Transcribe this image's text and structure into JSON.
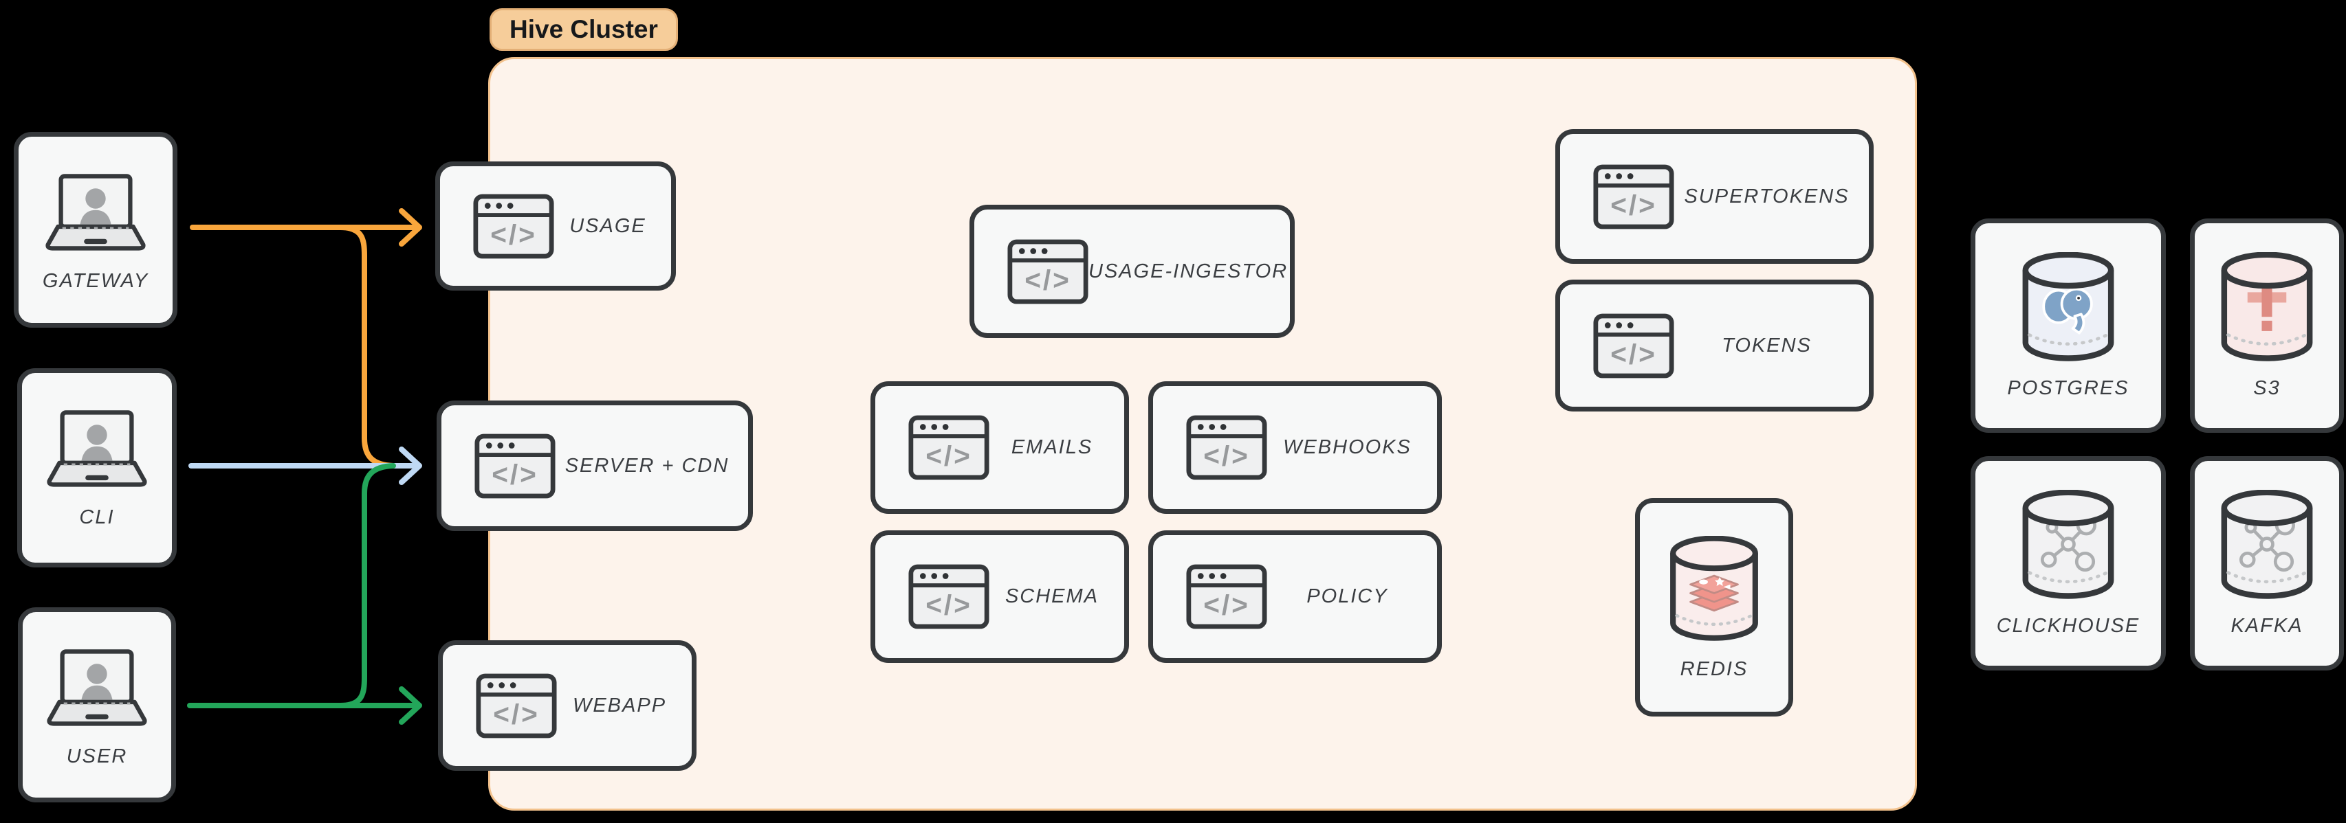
{
  "badge": {
    "label": "Hive Cluster"
  },
  "icons": {
    "code_glyph": "</>"
  },
  "nodes": {
    "gateway": {
      "label": "GATEWAY",
      "icon": "laptop-user-icon"
    },
    "cli": {
      "label": "CLI",
      "icon": "laptop-user-icon"
    },
    "user": {
      "label": "USER",
      "icon": "laptop-user-icon"
    },
    "usage": {
      "label": "USAGE",
      "icon": "code-window-icon"
    },
    "server_cdn": {
      "label": "SERVER + CDN",
      "icon": "code-window-icon"
    },
    "webapp": {
      "label": "WEBAPP",
      "icon": "code-window-icon"
    },
    "usage_ingestor": {
      "label": "USAGE-INGESTOR",
      "icon": "code-window-icon"
    },
    "emails": {
      "label": "EMAILS",
      "icon": "code-window-icon"
    },
    "webhooks": {
      "label": "WEBHOOKS",
      "icon": "code-window-icon"
    },
    "schema": {
      "label": "SCHEMA",
      "icon": "code-window-icon"
    },
    "policy": {
      "label": "POLICY",
      "icon": "code-window-icon"
    },
    "supertokens": {
      "label": "SUPERTOKENS",
      "icon": "code-window-icon"
    },
    "tokens": {
      "label": "TOKENS",
      "icon": "code-window-icon"
    },
    "redis": {
      "label": "REDIS",
      "icon": "redis-cylinder-icon"
    },
    "postgres": {
      "label": "POSTGRES",
      "icon": "postgres-cylinder-icon"
    },
    "s3": {
      "label": "S3",
      "icon": "s3-cylinder-icon"
    },
    "clickhouse": {
      "label": "CLICKHOUSE",
      "icon": "network-cylinder-icon"
    },
    "kafka": {
      "label": "KAFKA",
      "icon": "network-cylinder-icon"
    }
  },
  "edges": [
    {
      "from": "GATEWAY",
      "to": "USAGE",
      "color": "#F9A63C"
    },
    {
      "from": "GATEWAY",
      "to": "SERVER + CDN",
      "color": "#F9A63C"
    },
    {
      "from": "CLI",
      "to": "SERVER + CDN",
      "color": "#BFD9F4"
    },
    {
      "from": "USER",
      "to": "SERVER + CDN",
      "color": "#23A65A"
    },
    {
      "from": "USER",
      "to": "WEBAPP",
      "color": "#23A65A"
    }
  ],
  "colors": {
    "background": "#000000",
    "cluster_bg": "#FDF3EB",
    "cluster_border": "#F3C28D",
    "badge_bg": "#F6CD9A",
    "badge_border": "#E3AF76",
    "node_bg": "#F7F8F8",
    "node_border": "#35383B",
    "label_text": "#3B3E42",
    "arrow_orange": "#F9A63C",
    "arrow_blue": "#BFD9F4",
    "arrow_green": "#23A65A"
  }
}
